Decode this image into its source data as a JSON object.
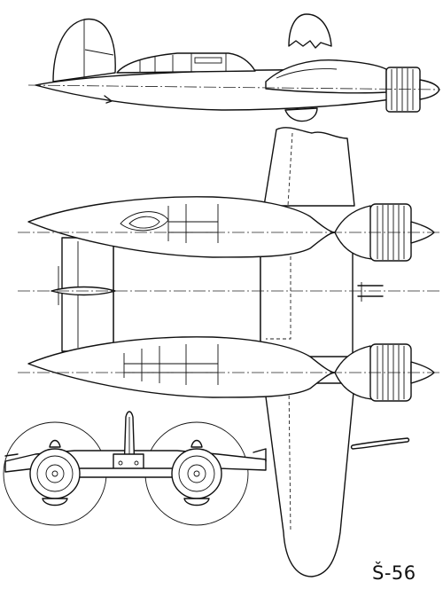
{
  "drawing": {
    "designation": "Š-56",
    "views": [
      "side-view",
      "top-view",
      "front-view",
      "wing-section"
    ],
    "ink_color": "#111111",
    "paper_color": "#ffffff"
  }
}
